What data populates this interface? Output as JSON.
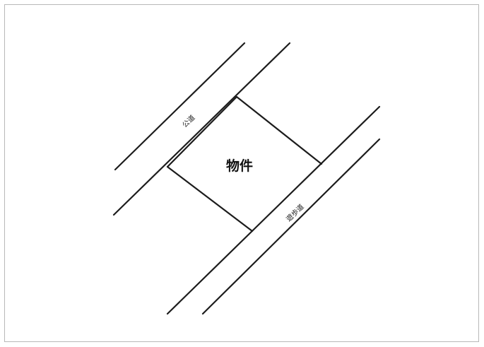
{
  "diagram": {
    "lot_label": "物件",
    "public_road_label": "公道",
    "sidewalk_label": "遊歩道"
  }
}
